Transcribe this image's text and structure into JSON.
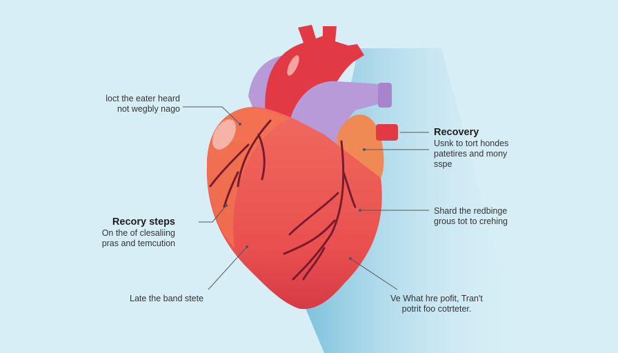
{
  "labels": {
    "top_left": {
      "line1": "loct the eater heard",
      "line2": "not wegbly nago"
    },
    "mid_left": {
      "title": "Recory steps",
      "line1": "On the of clesaliing",
      "line2": "pras and temcution"
    },
    "bottom_left": {
      "line1": "Late the band stete"
    },
    "top_right": {
      "title": "Recovery",
      "line1": "Usnk to tort hondes",
      "line2": "patetires and mony",
      "line3": "sspe"
    },
    "mid_right": {
      "line1": "Shard the redbinge",
      "line2": "grous tot to crehing"
    },
    "bottom_right": {
      "line1": "Ve What hre pofit, Tran't",
      "line2": "potrit foo cotrteter."
    }
  },
  "colors": {
    "background": "#d7eef6",
    "heart": "#ef5a55",
    "vessel_red": "#e23a44",
    "vessel_purple": "#b89ad8",
    "artery": "#7a1a2e"
  }
}
